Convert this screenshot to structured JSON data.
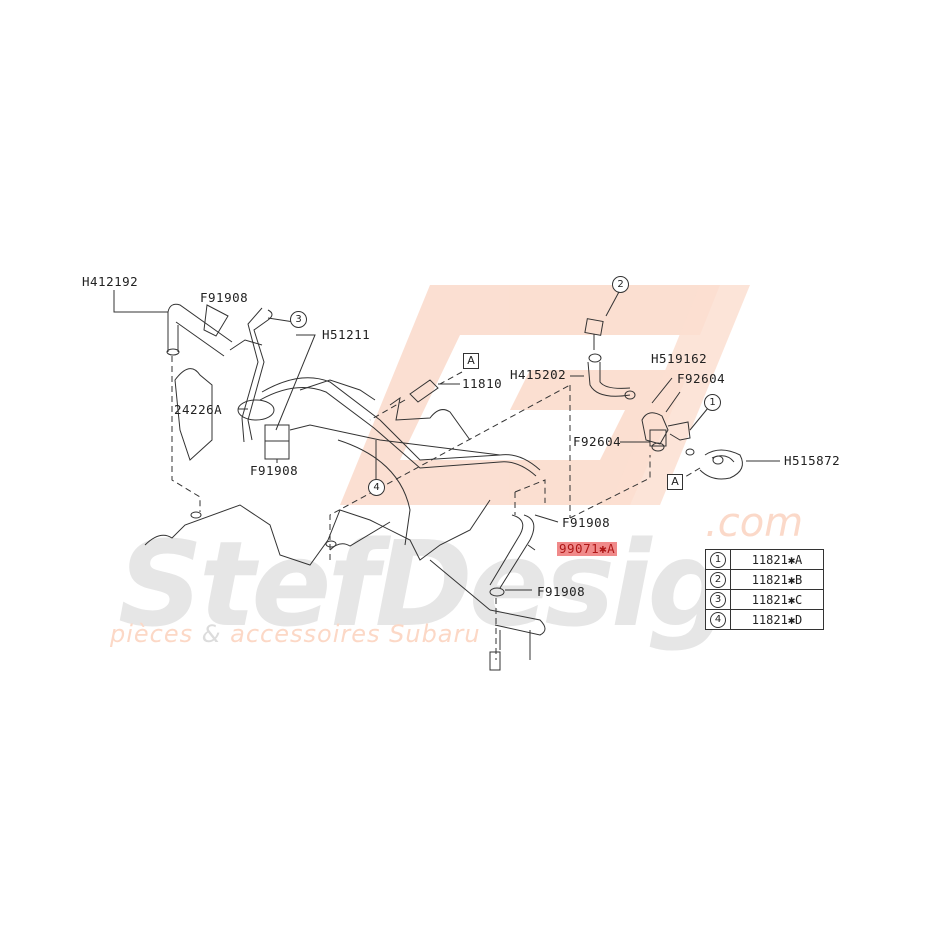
{
  "watermark": {
    "brand_main": "StefDesign",
    "brand_suffix": ".com",
    "tagline_part1": "pièces",
    "tagline_amp": "&",
    "tagline_part2": "accessoires Subaru",
    "logo_color": "#fbd9c9",
    "brand_color": "#e6e6e6"
  },
  "callouts": {
    "h412192": "H412192",
    "f91908_top": "F91908",
    "h51211": "H51211",
    "p24226a": "24226A",
    "f91908_mid": "F91908",
    "p11810": "11810",
    "h415202": "H415202",
    "h519162": "H519162",
    "f92604_a": "F92604",
    "f92604_b": "F92604",
    "h515872": "H515872",
    "f91908_right": "F91908",
    "p99071a": "99071✱A",
    "f91908_bottom": "F91908"
  },
  "ref_circles": {
    "c1": "1",
    "c2": "2",
    "c3": "3",
    "c4": "4"
  },
  "ref_boxes": {
    "a1": "A",
    "a2": "A"
  },
  "highlight_color": "#f08a8a",
  "legend": [
    {
      "num": "1",
      "part": "11821✱A"
    },
    {
      "num": "2",
      "part": "11821✱B"
    },
    {
      "num": "3",
      "part": "11821✱C"
    },
    {
      "num": "4",
      "part": "11821✱D"
    }
  ]
}
